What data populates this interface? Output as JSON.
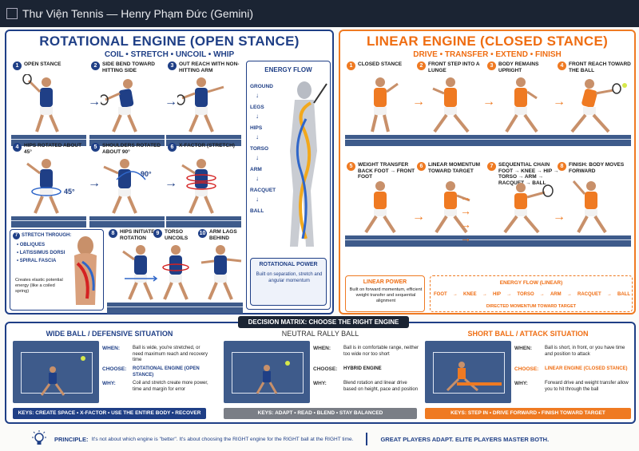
{
  "window": {
    "title": "Thư Viện Tennis — Henry Phạm Đức (Gemini)"
  },
  "colors": {
    "blue": "#1f3f86",
    "orange": "#ef7a22",
    "dark": "#1b2433",
    "grey": "#7a7e86"
  },
  "rotational": {
    "title": "ROTATIONAL ENGINE (OPEN STANCE)",
    "subtitle": "COIL • STRETCH • UNCOIL • WHIP",
    "steps": [
      {
        "num": "1",
        "label": "OPEN STANCE"
      },
      {
        "num": "2",
        "label": "SIDE BEND TOWARD HITTING SIDE"
      },
      {
        "num": "3",
        "label": "OUT REACH WITH NON-HITTING ARM"
      },
      {
        "num": "4",
        "label": "HIPS ROTATED ABOUT 45°"
      },
      {
        "num": "5",
        "label": "SHOULDERS ROTATED ABOUT 90°"
      },
      {
        "num": "6",
        "label": "X-FACTOR (STRETCH)"
      },
      {
        "num": "8",
        "label": "HIPS INITIATE ROTATION"
      },
      {
        "num": "9",
        "label": "TORSO UNCOILS"
      },
      {
        "num": "10",
        "label": "ARM LAGS BEHIND"
      }
    ],
    "angle_45": "45°",
    "angle_90": "90°",
    "energy_flow": {
      "title": "ENERGY FLOW",
      "items": [
        "GROUND",
        "LEGS",
        "HIPS",
        "TORSO",
        "ARM",
        "RACQUET",
        "BALL"
      ]
    },
    "power": {
      "title": "ROTATIONAL POWER",
      "desc": "Built on separation, stretch and angular momentum"
    },
    "stretch": {
      "num": "7",
      "heading": "STRETCH THROUGH:",
      "items": [
        "• OBLIQUES",
        "• LATISSIMUS DORSI",
        "• SPIRAL FASCIA"
      ],
      "desc": "Creates elastic potential energy (like a coiled spring)"
    }
  },
  "linear": {
    "title": "LINEAR ENGINE (CLOSED STANCE)",
    "subtitle": "DRIVE • TRANSFER • EXTEND • FINISH",
    "steps": [
      {
        "num": "1",
        "label": "CLOSED STANCE"
      },
      {
        "num": "2",
        "label": "FRONT STEP INTO A LUNGE"
      },
      {
        "num": "3",
        "label": "BODY REMAINS UPRIGHT"
      },
      {
        "num": "4",
        "label": "FRONT REACH TOWARD THE BALL"
      },
      {
        "num": "5",
        "label": "WEIGHT TRANSFER BACK FOOT → FRONT FOOT"
      },
      {
        "num": "6",
        "label": "LINEAR MOMENTUM TOWARD TARGET"
      },
      {
        "num": "7",
        "label": "SEQUENTIAL CHAIN FOOT → KNEE → HIP → TORSO → ARM → RACQUET → BALL"
      },
      {
        "num": "8",
        "label": "FINISH: BODY MOVES FORWARD"
      }
    ],
    "power": {
      "title": "LINEAR POWER",
      "desc": "Built on forward momentum, efficient weight transfer and sequential alignment"
    },
    "energy_flow": {
      "title": "ENERGY FLOW (LINEAR)",
      "items": [
        "FOOT",
        "KNEE",
        "HIP",
        "TORSO",
        "ARM",
        "RACQUET",
        "BALL"
      ],
      "direction": "DIRECTED MOMENTUM TOWARD TARGET"
    }
  },
  "matrix": {
    "header": "DECISION MATRIX: CHOOSE THE RIGHT ENGINE",
    "labels": {
      "when": "WHEN:",
      "choose": "CHOOSE:",
      "why": "WHY:"
    },
    "columns": [
      {
        "title": "WIDE BALL / DEFENSIVE SITUATION",
        "when": "Ball is wide, you're stretched, or need maximum reach and recovery time",
        "choose": "ROTATIONAL ENGINE (OPEN STANCE)",
        "why": "Coil and stretch create more power, time and margin for error",
        "keys": "KEYS: CREATE SPACE • X-FACTOR • USE THE ENTIRE BODY • RECOVER"
      },
      {
        "title": "NEUTRAL RALLY BALL",
        "when": "Ball is in comfortable range, neither too wide nor too short",
        "choose": "HYBRID ENGINE",
        "why": "Blend rotation and linear drive based on height, pace and position",
        "keys": "KEYS: ADAPT • READ • BLEND • STAY BALANCED"
      },
      {
        "title": "SHORT BALL / ATTACK SITUATION",
        "when": "Ball is short, in front, or you have time and position to attack",
        "choose": "LINEAR ENGINE (CLOSED STANCE)",
        "why": "Forward drive and weight transfer allow you to hit through the ball",
        "keys": "KEYS: STEP IN • DRIVE FORWARD • FINISH TOWARD TARGET"
      }
    ]
  },
  "footer": {
    "principle_label": "PRINCIPLE:",
    "principle_text": "It's not about which engine is \"better\".   It's about choosing the RIGHT engine for the RIGHT ball at the RIGHT time.",
    "tagline": "GREAT PLAYERS ADAPT. ELITE PLAYERS MASTER BOTH."
  }
}
